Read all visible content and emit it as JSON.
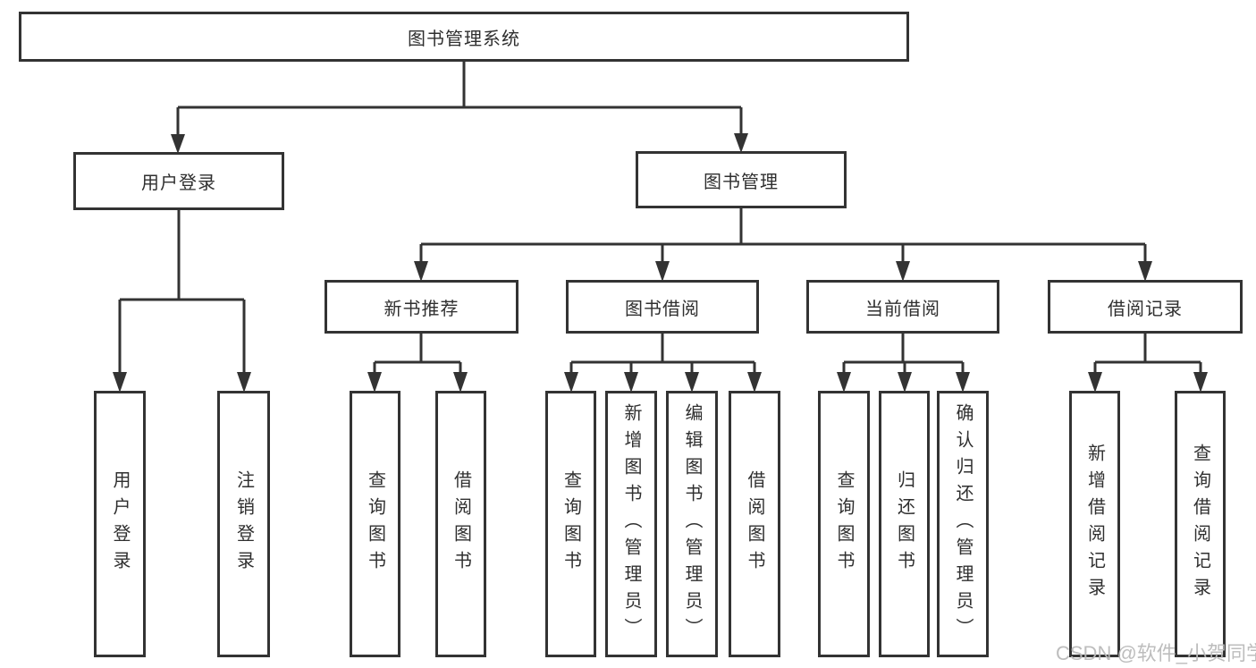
{
  "tree": {
    "label": "图书管理系统",
    "children": [
      {
        "label": "用户登录",
        "children": [
          {
            "label": "用户登录"
          },
          {
            "label": "注销登录"
          }
        ]
      },
      {
        "label": "图书管理",
        "children": [
          {
            "label": "新书推荐",
            "children": [
              {
                "label": "查询图书"
              },
              {
                "label": "借阅图书"
              }
            ]
          },
          {
            "label": "图书借阅",
            "children": [
              {
                "label": "查询图书"
              },
              {
                "label": "新增图书（管理员）"
              },
              {
                "label": "编辑图书（管理员）"
              },
              {
                "label": "借阅图书"
              }
            ]
          },
          {
            "label": "当前借阅",
            "children": [
              {
                "label": "查询图书"
              },
              {
                "label": "归还图书"
              },
              {
                "label": "确认归还（管理员）"
              }
            ]
          },
          {
            "label": "借阅记录",
            "children": [
              {
                "label": "新增借阅记录"
              },
              {
                "label": "查询借阅记录"
              }
            ]
          }
        ]
      }
    ]
  },
  "watermark": "CSDN @软件_小贺同学",
  "colors": {
    "line": "#333333",
    "box_border": "#333333",
    "box_fill": "#ffffff",
    "text": "#2f2f2f",
    "watermark": "#b9b9b9"
  }
}
